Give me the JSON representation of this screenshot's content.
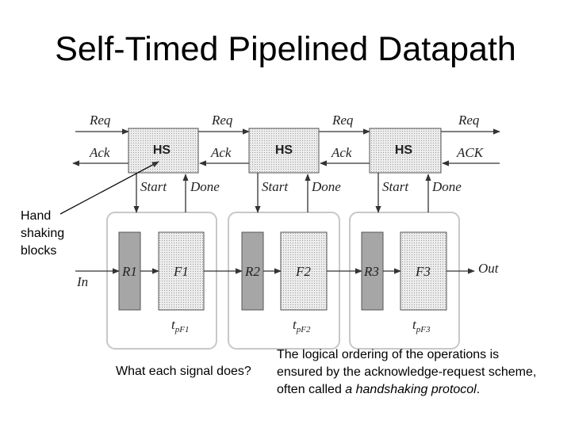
{
  "slide": {
    "title": "Self-Timed Pipelined Datapath",
    "hand_label_lines": [
      "Hand",
      "shaking",
      "blocks"
    ],
    "question": "What each signal does?",
    "answer_plain": "The logical ordering of the operations is ensured by the acknowledge-request scheme, often called ",
    "answer_em": "a handshaking protocol",
    "answer_tail": "."
  },
  "diagram": {
    "req_labels": [
      "Req",
      "Req",
      "Req",
      "Req"
    ],
    "ack_labels": [
      "Ack",
      "Ack",
      "Ack",
      "ACK"
    ],
    "hs_labels": [
      "HS",
      "HS",
      "HS"
    ],
    "start_labels": [
      "Start",
      "Start",
      "Start"
    ],
    "done_labels": [
      "Done",
      "Done",
      "Done"
    ],
    "register_labels": [
      "R1",
      "R2",
      "R3"
    ],
    "logic_labels": [
      "F1",
      "F2",
      "F3"
    ],
    "delay_labels": [
      "pF1",
      "pF2",
      "pF3"
    ],
    "delay_prefix": "t",
    "input_label": "In",
    "output_label": "Out"
  }
}
